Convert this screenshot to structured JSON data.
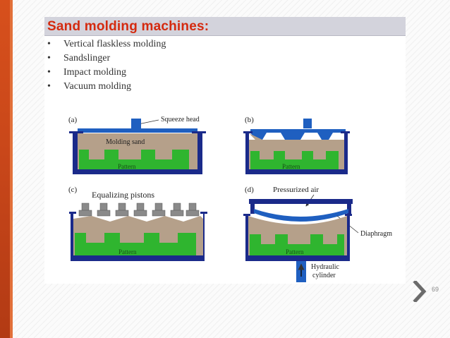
{
  "slide": {
    "title": "Sand molding machines:",
    "bullets": [
      "Vertical flaskless molding",
      "Sandslinger",
      "Impact molding",
      "Vacuum molding"
    ],
    "page_number": "69"
  },
  "figure": {
    "labels": {
      "a": "(a)",
      "b": "(b)",
      "c": "(c)",
      "d": "(d)",
      "squeeze_head": "Squeeze   head",
      "molding_sand": "Molding  sand",
      "pattern": "Pattern",
      "equalizing_pistons": "Equalizing  pistons",
      "pressurized_air": "Pressurized  air",
      "diaphragm": "Diaphragm",
      "hydraulic": "Hydraulic",
      "cylinder": "cylinder"
    }
  },
  "colors": {
    "title": "#d42a0f",
    "side_bar": "#c9471a",
    "flask": "#1a2a8a",
    "sand": "#b5a08a",
    "pattern": "#2fb52f",
    "squeeze_plate": "#1f5fc0",
    "arrow": "#6b6b6b"
  },
  "icons": {
    "next": "chevron-right-icon"
  }
}
